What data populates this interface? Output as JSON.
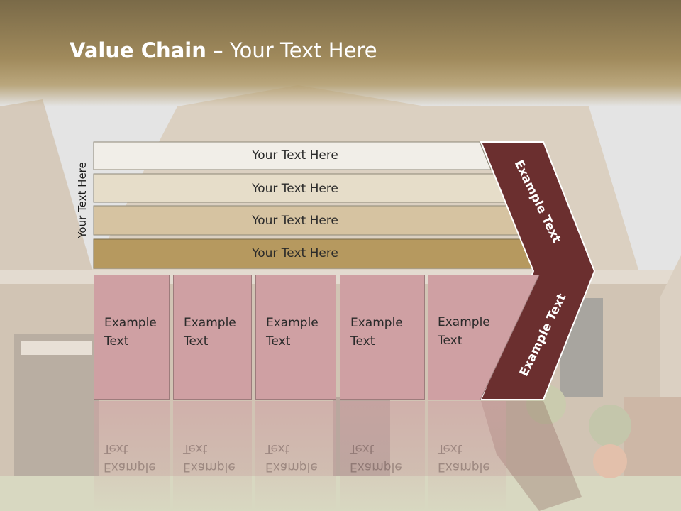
{
  "slide": {
    "title_bold": "Value Chain",
    "title_rest": " – Your Text Here",
    "side_label": "Your Text Here"
  },
  "rows": [
    {
      "label": "Your Text Here",
      "color": "#f1eee8"
    },
    {
      "label": "Your Text Here",
      "color": "#e6ddc9"
    },
    {
      "label": "Your Text Here",
      "color": "#d6c3a1"
    },
    {
      "label": "Your Text Here",
      "color": "#b6995f"
    }
  ],
  "boxes": [
    {
      "label": "Example\nText"
    },
    {
      "label": "Example\nText"
    },
    {
      "label": "Example\nText"
    },
    {
      "label": "Example\nText"
    },
    {
      "label": "Example\nText"
    }
  ],
  "arrow": {
    "upper_label": "Example Text",
    "lower_label": "Example Text",
    "color": "#6b2f2f"
  },
  "colors": {
    "box": "#cfa0a3",
    "title_bar": "#9a845a"
  }
}
